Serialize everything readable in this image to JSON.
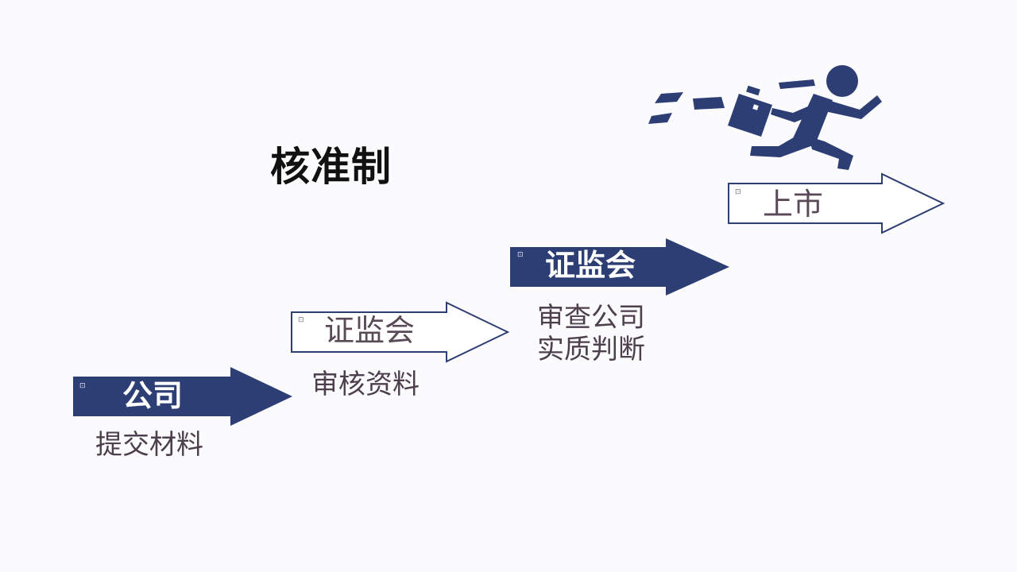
{
  "title": "核准制",
  "steps": [
    {
      "label": "公司",
      "caption": "提交材料",
      "style": "dark",
      "icon": "slide-icon"
    },
    {
      "label": "证监会",
      "caption": "审核资料",
      "style": "light",
      "icon": "slide-icon"
    },
    {
      "label": "证监会",
      "caption_lines": [
        "审查公司",
        "实质判断"
      ],
      "style": "dark",
      "icon": "slide-icon"
    },
    {
      "label": "上市",
      "style": "light",
      "icon": "slide-icon"
    }
  ],
  "decoration": {
    "icon": "running-businessman-icon"
  },
  "colors": {
    "navy": "#2c3e73",
    "outline": "#2c3e73",
    "background": "#fbfbfd"
  }
}
